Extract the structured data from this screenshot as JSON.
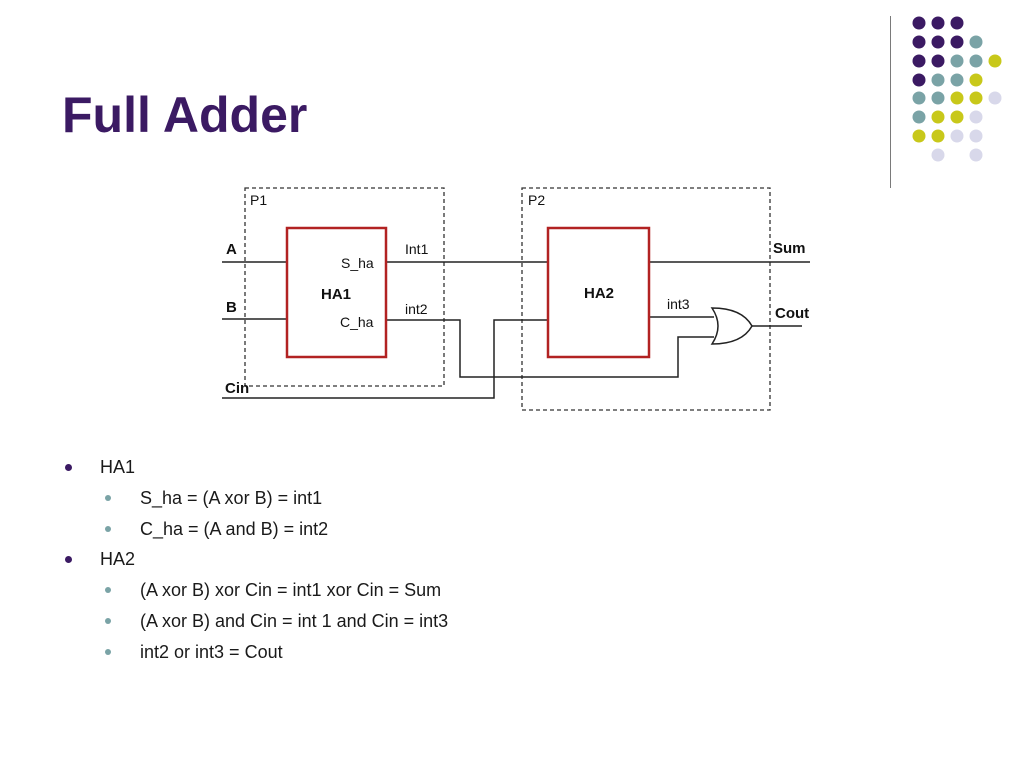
{
  "slide": {
    "title": "Full Adder"
  },
  "theme": {
    "title_color": "#3b1a63",
    "dot_colors": {
      "purple": "#3b1a63",
      "teal": "#7aa3a6",
      "yellow": "#c8c81a",
      "lavender": "#d8d8ea"
    },
    "block_border": "#b22222"
  },
  "diagram": {
    "partition_labels": {
      "p1": "P1",
      "p2": "P2"
    },
    "inputs": {
      "a": "A",
      "b": "B",
      "cin": "Cin"
    },
    "outputs": {
      "sum": "Sum",
      "cout": "Cout"
    },
    "blocks": {
      "ha1": {
        "name": "HA1",
        "port_top": "S_ha",
        "port_bottom": "C_ha"
      },
      "ha2": {
        "name": "HA2"
      }
    },
    "wires": {
      "int1": "Int1",
      "int2": "int2",
      "int3": "int3"
    }
  },
  "bullets": [
    {
      "text": "HA1",
      "children": [
        "S_ha = (A xor B) = int1",
        "C_ha = (A and B) = int2"
      ]
    },
    {
      "text": "HA2",
      "children": [
        "(A xor B) xor Cin = int1 xor Cin = Sum",
        "(A xor B) and Cin = int 1 and Cin = int3",
        "int2 or int3 = Cout"
      ]
    }
  ]
}
